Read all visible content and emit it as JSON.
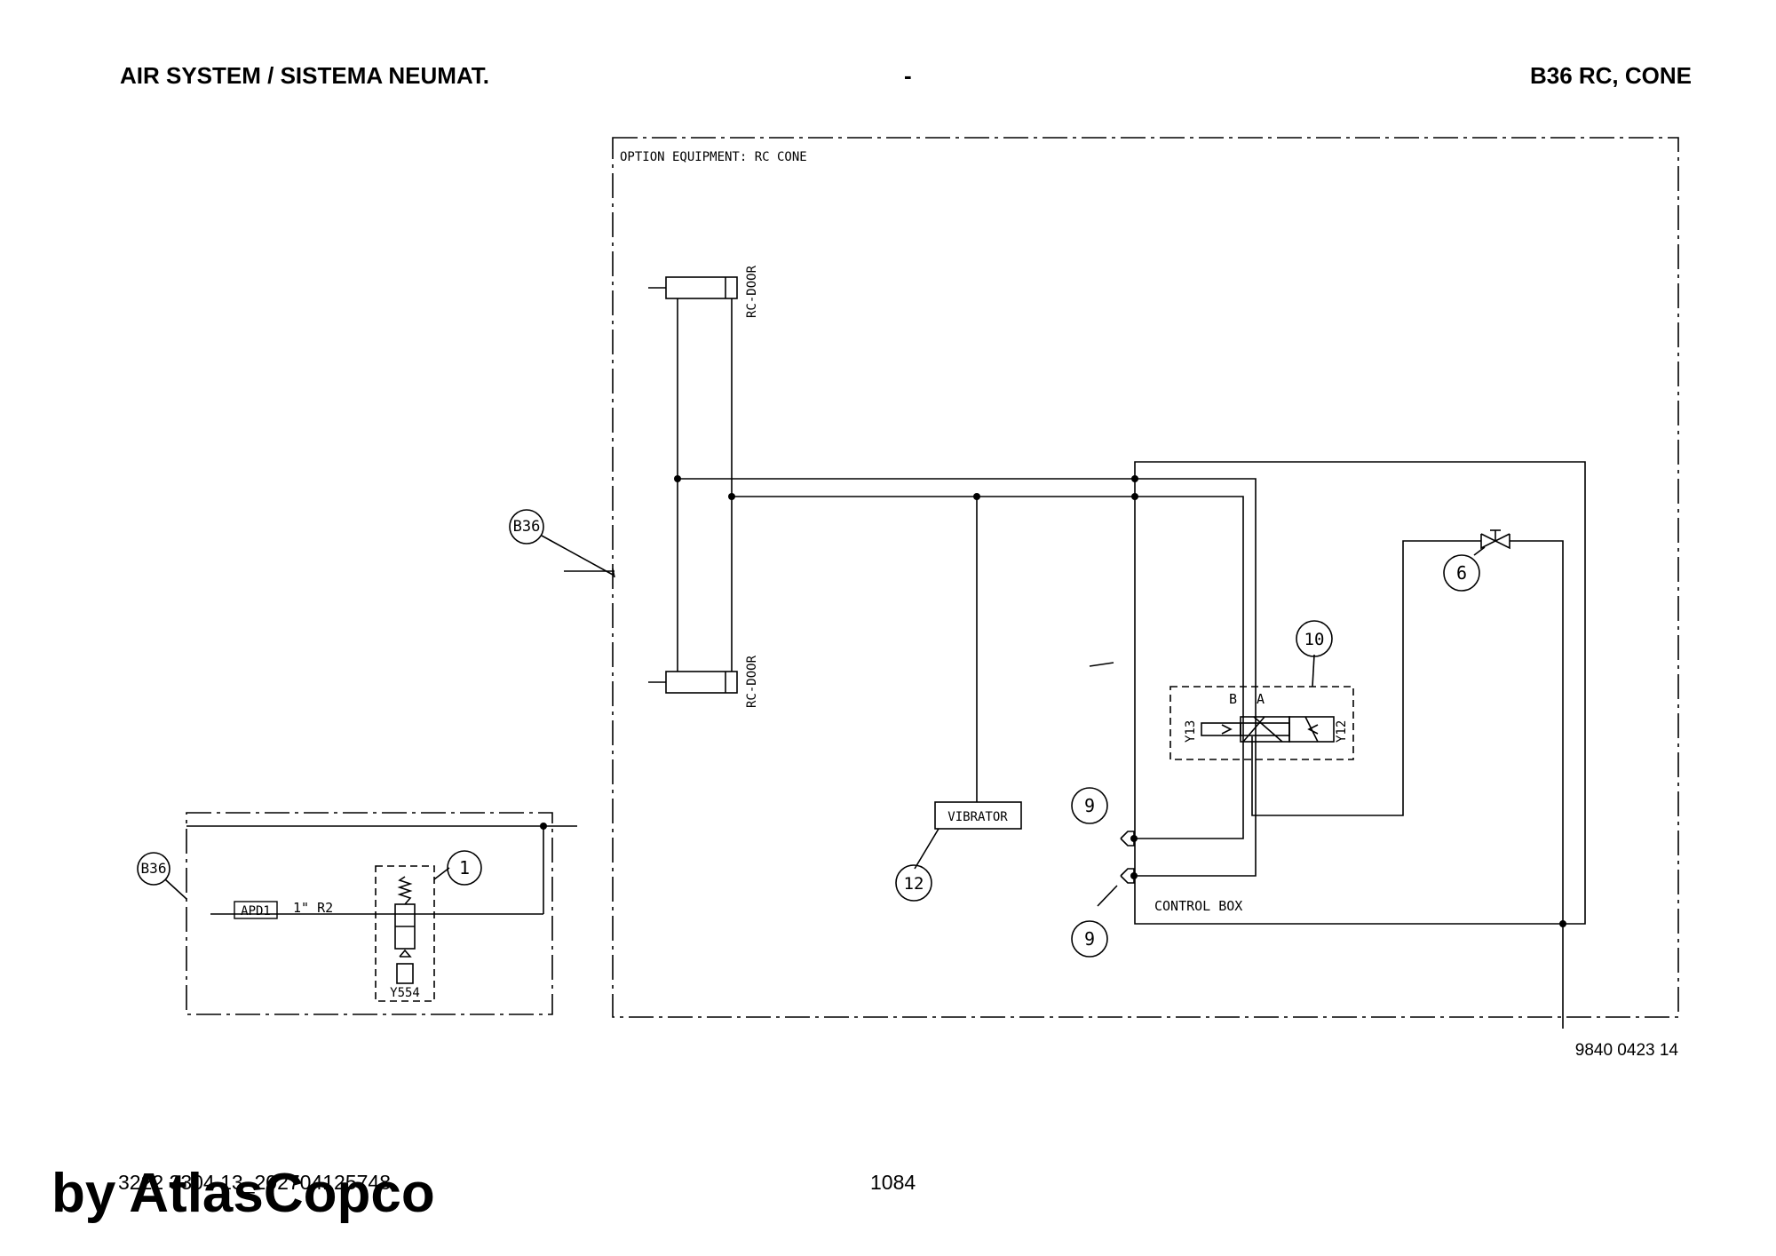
{
  "header": {
    "left": "AIR SYSTEM / SISTEMA NEUMAT.",
    "center": "-",
    "right": "B36 RC, CONE"
  },
  "diagram": {
    "option_label": "OPTION EQUIPMENT: RC CONE",
    "rc_door_top": "RC-DOOR",
    "rc_door_bottom": "RC-DOOR",
    "vibrator": "VIBRATOR",
    "control_box": "CONTROL BOX",
    "port_b": "B",
    "port_a": "A",
    "y13": "Y13",
    "y12": "Y12",
    "apd1": "APD1",
    "pipe_size": "1\" R2",
    "y554": "Y554",
    "ref_b36_main": "B36",
    "ref_b36_small": "B36",
    "callout_1": "1",
    "callout_6": "6",
    "callout_9a": "9",
    "callout_9b": "9",
    "callout_10": "10",
    "callout_12": "12",
    "drawing_number": "9840 0423 14"
  },
  "footer": {
    "doc_id": "3222 3304 13_202704125748",
    "page": "1084",
    "brand": "by AtlasCopco"
  }
}
